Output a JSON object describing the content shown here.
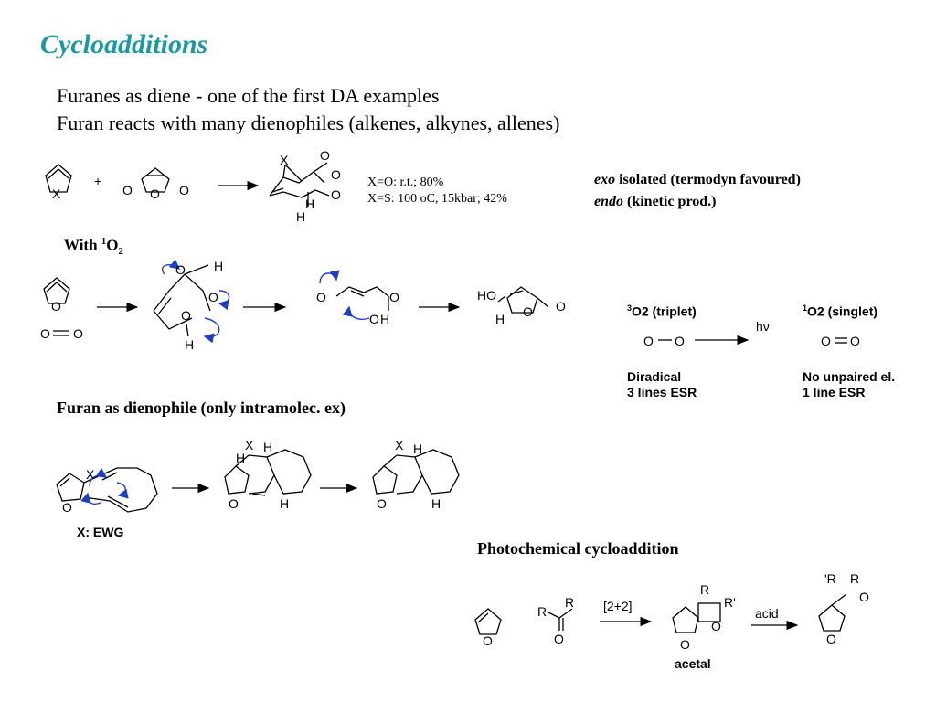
{
  "title": "Cycloadditions",
  "intro": {
    "line1": "Furanes as diene - one of the first DA examples",
    "line2": "Furan reacts with many dienophiles (alkenes, alkynes, allenes)"
  },
  "da_example": {
    "plus": "+",
    "cond1": "X=O: r.t.; 80%",
    "cond2": "X=S: 100 oC, 15kbar; 42%",
    "exo_word": "exo",
    "exo_rest": " isolated (termodyn favoured)",
    "endo_word": "endo",
    "endo_rest": " (kinetic prod.)"
  },
  "singlet_oxygen": {
    "heading_prefix": "With ",
    "heading_sup": "1",
    "heading_main": "O",
    "heading_sub": "2",
    "triplet_label": "O2 (triplet)",
    "singlet_label": "O2 (singlet)",
    "hv": "hν",
    "diradical": "Diradical",
    "esr3": "3 lines ESR",
    "no_unpaired": "No unpaired el.",
    "esr1": "1 line ESR"
  },
  "dienophile": {
    "heading": "Furan as dienophile (only intramolec. ex)",
    "ewg": "X: EWG"
  },
  "photo": {
    "heading": "Photochemical cycloaddition",
    "label_22": "[2+2]",
    "label_acid": "acid",
    "acetal": "acetal"
  }
}
